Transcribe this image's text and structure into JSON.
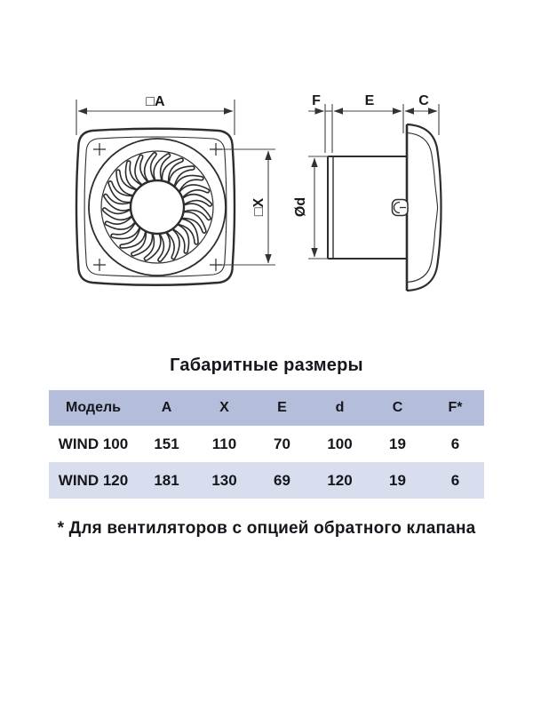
{
  "page": {
    "background": "#ffffff",
    "text_color": "#16161d",
    "drawing_line_color": "#2d2d2d",
    "table_header_bg": "#b4bdd9",
    "table_alt_row_bg": "#d9deef"
  },
  "drawings": {
    "front_view": {
      "dim_width_label": "□A",
      "dim_inner_label": "□X"
    },
    "side_view": {
      "dim_flange_label": "F",
      "dim_duct_length_label": "E",
      "dim_panel_depth_label": "C",
      "dim_diameter_label": "Ød"
    }
  },
  "section": {
    "title": "Габаритные размеры"
  },
  "table": {
    "columns": [
      "Модель",
      "A",
      "X",
      "E",
      "d",
      "C",
      "F*"
    ],
    "rows": [
      {
        "model": "WIND 100",
        "values": [
          "151",
          "110",
          "70",
          "100",
          "19",
          "6"
        ]
      },
      {
        "model": "WIND 120",
        "values": [
          "181",
          "130",
          "69",
          "120",
          "19",
          "6"
        ]
      }
    ]
  },
  "footnote": "* Для вентиляторов с опцией обратного клапана"
}
